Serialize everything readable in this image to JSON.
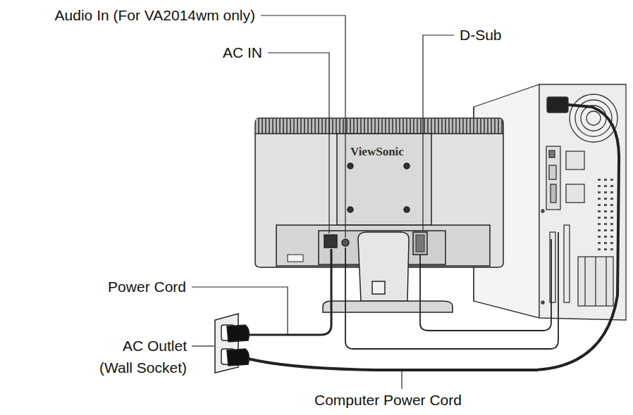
{
  "diagram": {
    "labels": [
      "Audio In (For VA2014wm only)",
      "AC IN",
      "D-Sub",
      "ViewSonic",
      "Power Cord",
      "AC Outlet (Wall Socket)",
      "Computer Power Cord"
    ]
  }
}
